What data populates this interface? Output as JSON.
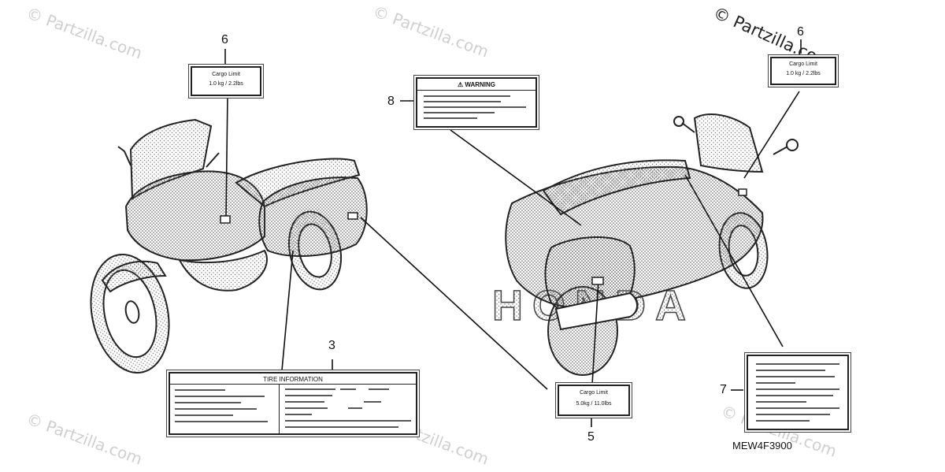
{
  "watermark": {
    "top_right": "© Partzilla.com",
    "faint": "© Partzilla.com"
  },
  "callouts": {
    "c3": "3",
    "c5": "5",
    "c6_left": "6",
    "c6_right": "6",
    "c7": "7",
    "c8": "8"
  },
  "labels": {
    "cargo_small_title": "Cargo Limit",
    "cargo_small_value": "1.0 kg / 2.2lbs",
    "cargo_large_title": "Cargo Limit",
    "cargo_large_value": "5.0kg / 11.0lbs",
    "warning_title": "⚠ WARNING",
    "tire_title": "TIRE INFORMATION"
  },
  "brand_text": "HONDA",
  "diagram_code": "MEW4F3900"
}
